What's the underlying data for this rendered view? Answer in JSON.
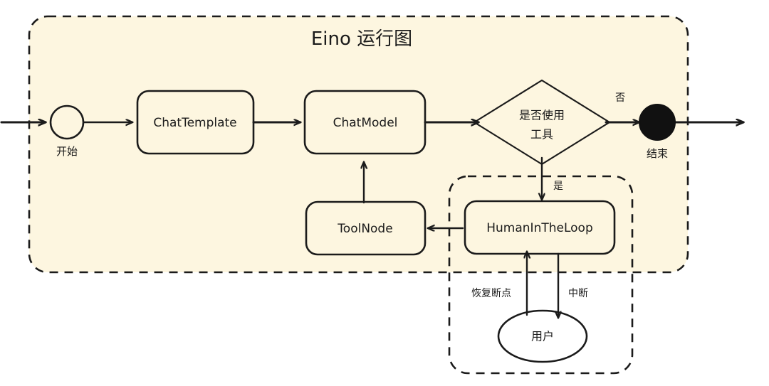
{
  "diagram": {
    "title": "Eino 运行图",
    "background_color": "#ffffff",
    "containers": [
      {
        "id": "graph-container",
        "fill": "#fdf6e0",
        "style": "dashed-rounded"
      },
      {
        "id": "human-loop-container",
        "fill": "none",
        "style": "dashed-rounded"
      }
    ],
    "nodes": [
      {
        "id": "start",
        "label": "开始",
        "shape": "circle",
        "fill": "#ffffff"
      },
      {
        "id": "chat-template",
        "label": "ChatTemplate",
        "shape": "rounded-rect",
        "fill": "#c3f0c8"
      },
      {
        "id": "chat-model",
        "label": "ChatModel",
        "shape": "rounded-rect",
        "fill": "#f8cdd3"
      },
      {
        "id": "decision",
        "label_line1": "是否使用",
        "label_line2": "工具",
        "shape": "diamond",
        "fill": "#fdf6e0"
      },
      {
        "id": "end",
        "label": "结束",
        "shape": "filled-circle",
        "fill": "#111111"
      },
      {
        "id": "tool-node",
        "label": "ToolNode",
        "shape": "rounded-rect",
        "fill": "#b3d9fb"
      },
      {
        "id": "human-in-the-loop",
        "label": "HumanInTheLoop",
        "shape": "rounded-rect",
        "fill": "#d1c4fb"
      },
      {
        "id": "user",
        "label": "用户",
        "shape": "ellipse",
        "fill": "#a9ead3"
      }
    ],
    "edges": [
      {
        "id": "edge-in-start",
        "from": "",
        "to": "start",
        "label": ""
      },
      {
        "id": "edge-start-template",
        "from": "start",
        "to": "chat-template",
        "label": ""
      },
      {
        "id": "edge-template-model",
        "from": "chat-template",
        "to": "chat-model",
        "label": ""
      },
      {
        "id": "edge-model-decision",
        "from": "chat-model",
        "to": "decision",
        "label": ""
      },
      {
        "id": "edge-decision-end",
        "from": "decision",
        "to": "end",
        "label": "否"
      },
      {
        "id": "edge-end-out",
        "from": "end",
        "to": "",
        "label": ""
      },
      {
        "id": "edge-decision-hitl",
        "from": "decision",
        "to": "human-in-the-loop",
        "label": "是"
      },
      {
        "id": "edge-hitl-tool",
        "from": "human-in-the-loop",
        "to": "tool-node",
        "label": ""
      },
      {
        "id": "edge-tool-model",
        "from": "tool-node",
        "to": "chat-model",
        "label": ""
      },
      {
        "id": "edge-hitl-user",
        "from": "human-in-the-loop",
        "to": "user",
        "label": "中断"
      },
      {
        "id": "edge-user-hitl",
        "from": "user",
        "to": "human-in-the-loop",
        "label": "恢复断点"
      }
    ],
    "colors": {
      "canvas": "#ffffff",
      "container_fill": "#fdf6e0",
      "stroke": "#1b1b1b",
      "green": "#c3f0c8",
      "pink": "#f8cdd3",
      "blue": "#b3d9fb",
      "purple": "#d1c4fb",
      "mint": "#a9ead3",
      "black_node": "#111111"
    }
  }
}
